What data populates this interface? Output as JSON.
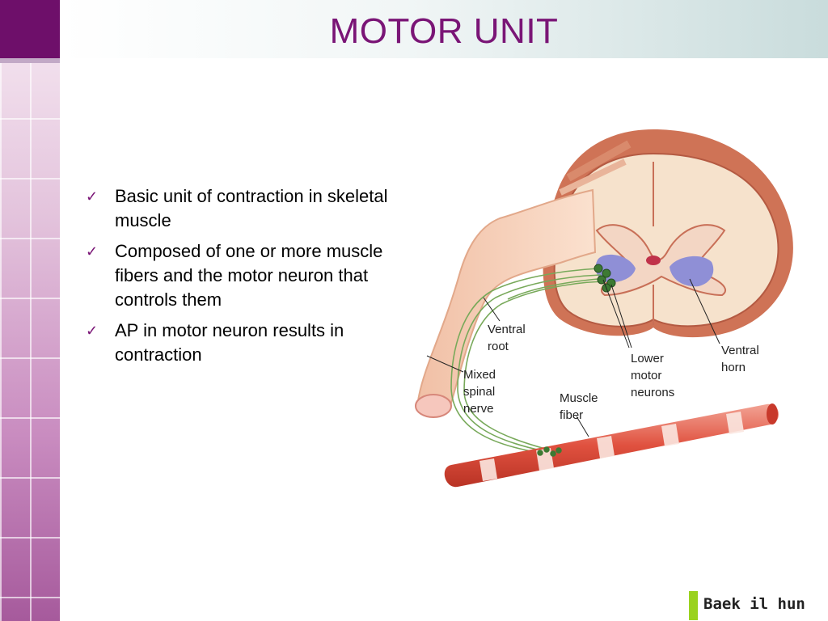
{
  "slide": {
    "title": "MOTOR UNIT"
  },
  "bullets": [
    {
      "text": "Basic unit of contraction in skeletal muscle"
    },
    {
      "text": "Composed of one or more muscle fibers and the motor neuron that controls them"
    },
    {
      "text": "AP in motor neuron results in contraction"
    }
  ],
  "figure": {
    "labels": {
      "ventral_root": [
        "Ventral",
        "root"
      ],
      "mixed_spinal_nerve": [
        "Mixed",
        "spinal",
        "nerve"
      ],
      "muscle_fiber": [
        "Muscle",
        "fiber"
      ],
      "lower_motor_neurons": [
        "Lower",
        "motor",
        "neurons"
      ],
      "ventral_horn": [
        "Ventral",
        "horn"
      ]
    }
  },
  "footer": {
    "author": "Baek il hun"
  },
  "colors": {
    "title": "#7a1576",
    "accent_dark": "#6e0f6a",
    "footer_bar": "#9ad21f"
  },
  "icons": {
    "bullet": "checkmark-icon"
  }
}
